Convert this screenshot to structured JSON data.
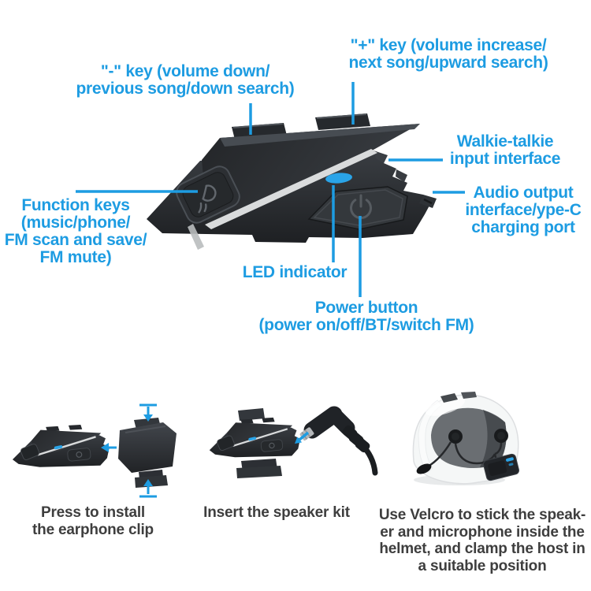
{
  "colors": {
    "page_bg": "#ffffff",
    "accent_blue": "#1d9ce2",
    "led_blue": "#2aa4e8",
    "caption_gray": "#3e3e3e",
    "device_dark": "#2a2d31",
    "stripe_silver": "#d9dbdc"
  },
  "hero": {
    "callouts": {
      "minus_key": {
        "lines": [
          "\"-\" key (volume down/",
          "previous song/down search)"
        ]
      },
      "plus_key": {
        "lines": [
          "\"+\" key (volume increase/",
          "next song/upward search)"
        ]
      },
      "walkie_talkie": {
        "lines": [
          "Walkie-talkie",
          "input interface"
        ]
      },
      "audio_output": {
        "lines": [
          "Audio output",
          "interface/ype-C",
          "charging port"
        ]
      },
      "function_keys": {
        "lines": [
          "Function keys",
          "(music/phone/",
          "FM scan and save/",
          "FM mute)"
        ]
      },
      "led": {
        "lines": [
          "LED indicator"
        ]
      },
      "power": {
        "lines": [
          "Power button",
          "(power on/off/BT/switch FM)"
        ]
      }
    }
  },
  "steps": [
    {
      "caption": [
        "Press to install",
        "the earphone clip"
      ]
    },
    {
      "caption": [
        "Insert the speaker kit"
      ]
    },
    {
      "caption": [
        "Use Velcro to stick the speak-",
        "er and microphone inside the",
        "helmet, and clamp the host in",
        "a suitable position"
      ]
    }
  ]
}
